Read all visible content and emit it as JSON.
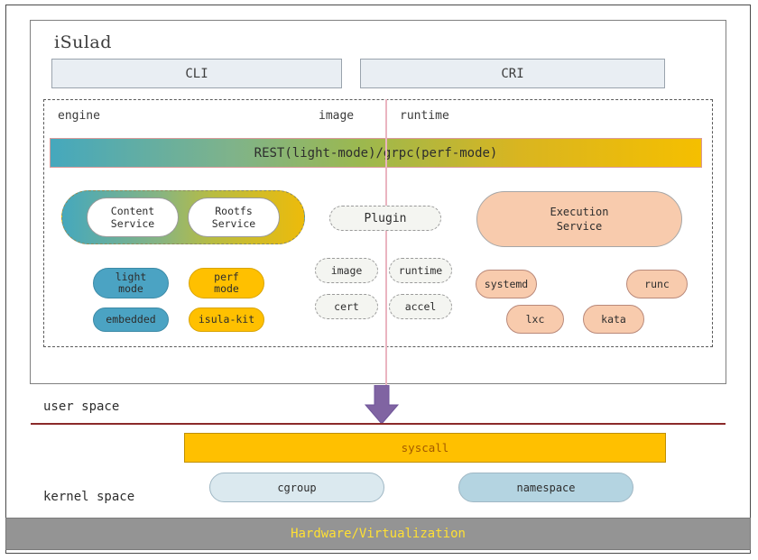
{
  "diagram": {
    "title": "iSulad",
    "api_boxes": [
      {
        "id": "cli",
        "label": "CLI"
      },
      {
        "id": "cri",
        "label": "CRI"
      }
    ],
    "column_labels": {
      "engine": "engine",
      "image": "image",
      "runtime": "runtime"
    },
    "rest_bar": {
      "label": "REST(light-mode)/grpc(perf-mode)",
      "gradient_from": "#45a8bd",
      "gradient_to": "#f5bf00"
    },
    "service_capsule": {
      "pills": [
        {
          "line1": "Content",
          "line2": "Service"
        },
        {
          "line1": "Rootfs",
          "line2": "Service"
        }
      ]
    },
    "plugin": {
      "label": "Plugin"
    },
    "execution_service": {
      "line1": "Execution",
      "line2": "Service"
    },
    "engine_pills": [
      {
        "id": "light-mode",
        "line1": "light",
        "line2": "mode",
        "color": "#4ba3c3"
      },
      {
        "id": "perf-mode",
        "line1": "perf",
        "line2": "mode",
        "color": "#ffc000"
      },
      {
        "id": "embedded",
        "line1": "embedded",
        "line2": "",
        "color": "#4ba3c3"
      },
      {
        "id": "isula-kit",
        "line1": "isula-kit",
        "line2": "",
        "color": "#ffc000"
      }
    ],
    "plugin_pills": [
      {
        "id": "image",
        "label": "image"
      },
      {
        "id": "runtime",
        "label": "runtime"
      },
      {
        "id": "cert",
        "label": "cert"
      },
      {
        "id": "accel",
        "label": "accel"
      }
    ],
    "runtime_pills": [
      {
        "id": "systemd",
        "label": "systemd",
        "color": "#f8cbad"
      },
      {
        "id": "runc",
        "label": "runc",
        "color": "#f8cbad"
      },
      {
        "id": "lxc",
        "label": "lxc",
        "color": "#f8cbad"
      },
      {
        "id": "kata",
        "label": "kata",
        "color": "#f8cbad"
      }
    ],
    "space_labels": {
      "user": "user space",
      "kernel": "kernel space"
    },
    "syscall": {
      "label": "syscall",
      "fill": "#ffc000",
      "text_color": "#a35a00"
    },
    "kernel_pills": [
      {
        "id": "cgroup",
        "label": "cgroup",
        "color": "#dbe9ef"
      },
      {
        "id": "namespace",
        "label": "namespace",
        "color": "#b4d4e1"
      }
    ],
    "hardware": {
      "label": "Hardware/Virtualization",
      "fill": "#949494",
      "text_color": "#ffe033"
    },
    "arrow": {
      "color": "#8064a2"
    },
    "divider": {
      "color": "#8b2a2a"
    },
    "pink_line": {
      "color": "#eab4c0"
    }
  }
}
